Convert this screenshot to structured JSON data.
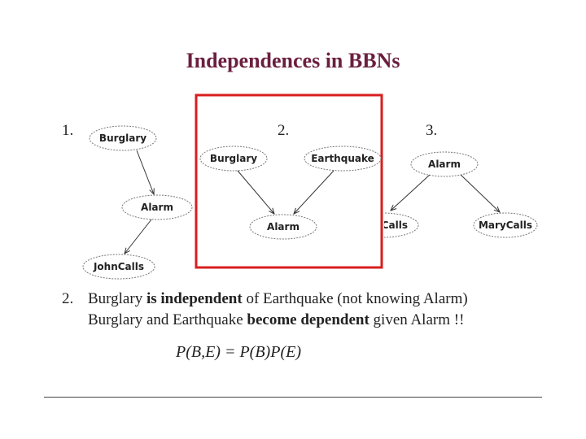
{
  "title": "Independences in BBNs",
  "diagrams": {
    "d1": {
      "number": "1.",
      "nodes": {
        "burglary": "Burglary",
        "alarm": "Alarm",
        "johncalls": "JohnCalls"
      }
    },
    "d2": {
      "number": "2.",
      "nodes": {
        "burglary": "Burglary",
        "earthquake": "Earthquake",
        "alarm": "Alarm"
      },
      "highlight_color": "#d81e1e"
    },
    "d3": {
      "number": "3.",
      "nodes": {
        "alarm": "Alarm",
        "johncalls": "JohnCalls",
        "marycalls": "MaryCalls"
      }
    }
  },
  "statement": {
    "number": "2.",
    "line1": {
      "part1": "Burglary",
      "part2": "is independent",
      "part3": "of Earthquake (not knowing Alarm)"
    },
    "line2": {
      "part1": "Burglary and Earthquake",
      "part2": "become dependent",
      "part3": "given Alarm !!"
    },
    "formula": "P(B,E) = P(B)P(E)"
  },
  "colors": {
    "title": "#6b1f3f",
    "highlight_box": "#d81e1e",
    "text": "#222222"
  }
}
